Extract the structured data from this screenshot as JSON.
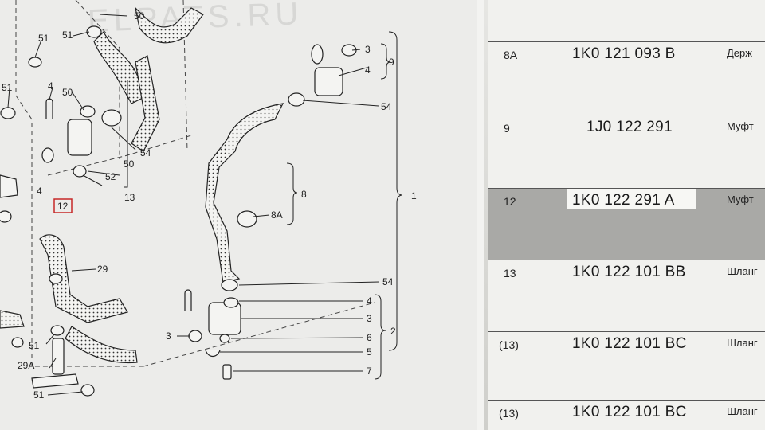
{
  "diagram": {
    "watermark": "ELPATS.RU",
    "callouts": [
      {
        "id": "50a",
        "label": "50"
      },
      {
        "id": "51a",
        "label": "51"
      },
      {
        "id": "51b",
        "label": "51"
      },
      {
        "id": "51c",
        "label": "51"
      },
      {
        "id": "4a",
        "label": "4"
      },
      {
        "id": "50b",
        "label": "50"
      },
      {
        "id": "54a",
        "label": "54"
      },
      {
        "id": "50c",
        "label": "50"
      },
      {
        "id": "52",
        "label": "52"
      },
      {
        "id": "4b",
        "label": "4"
      },
      {
        "id": "12",
        "label": "12"
      },
      {
        "id": "13",
        "label": "13"
      },
      {
        "id": "29",
        "label": "29"
      },
      {
        "id": "51d",
        "label": "51"
      },
      {
        "id": "29A",
        "label": "29A"
      },
      {
        "id": "51e",
        "label": "51"
      },
      {
        "id": "3a",
        "label": "3"
      },
      {
        "id": "4c",
        "label": "4"
      },
      {
        "id": "9",
        "label": "9"
      },
      {
        "id": "54b",
        "label": "54"
      },
      {
        "id": "8",
        "label": "8"
      },
      {
        "id": "8A",
        "label": "8A"
      },
      {
        "id": "1",
        "label": "1"
      },
      {
        "id": "54c",
        "label": "54"
      },
      {
        "id": "4d",
        "label": "4"
      },
      {
        "id": "3b",
        "label": "3"
      },
      {
        "id": "6",
        "label": "6"
      },
      {
        "id": "5",
        "label": "5"
      },
      {
        "id": "7",
        "label": "7"
      },
      {
        "id": "3c",
        "label": "3"
      },
      {
        "id": "2",
        "label": "2"
      }
    ]
  },
  "parts": {
    "rows": [
      {
        "pos": "8A",
        "number": "1K0 121 093 B",
        "desc": "Держ",
        "highlight": false
      },
      {
        "pos": "9",
        "number": "1J0 122 291",
        "desc": "Муфт",
        "highlight": false
      },
      {
        "pos": "12",
        "number": "1K0 122 291 A",
        "desc": "Муфт",
        "highlight": true
      },
      {
        "pos": "13",
        "number": "1K0 122 101 BB",
        "desc": "Шланг",
        "highlight": false
      },
      {
        "pos": "(13)",
        "number": "1K0 122 101 BC",
        "desc": "Шланг",
        "highlight": false
      },
      {
        "pos": "(13)",
        "number": "1K0 122 101 BC",
        "desc": "Шланг",
        "highlight": false
      }
    ]
  },
  "colors": {
    "highlight_row": "#a9a9a6",
    "table_bg": "#f1f1ee",
    "diagram_bg": "#ececea",
    "callout_box": "#c62828"
  }
}
